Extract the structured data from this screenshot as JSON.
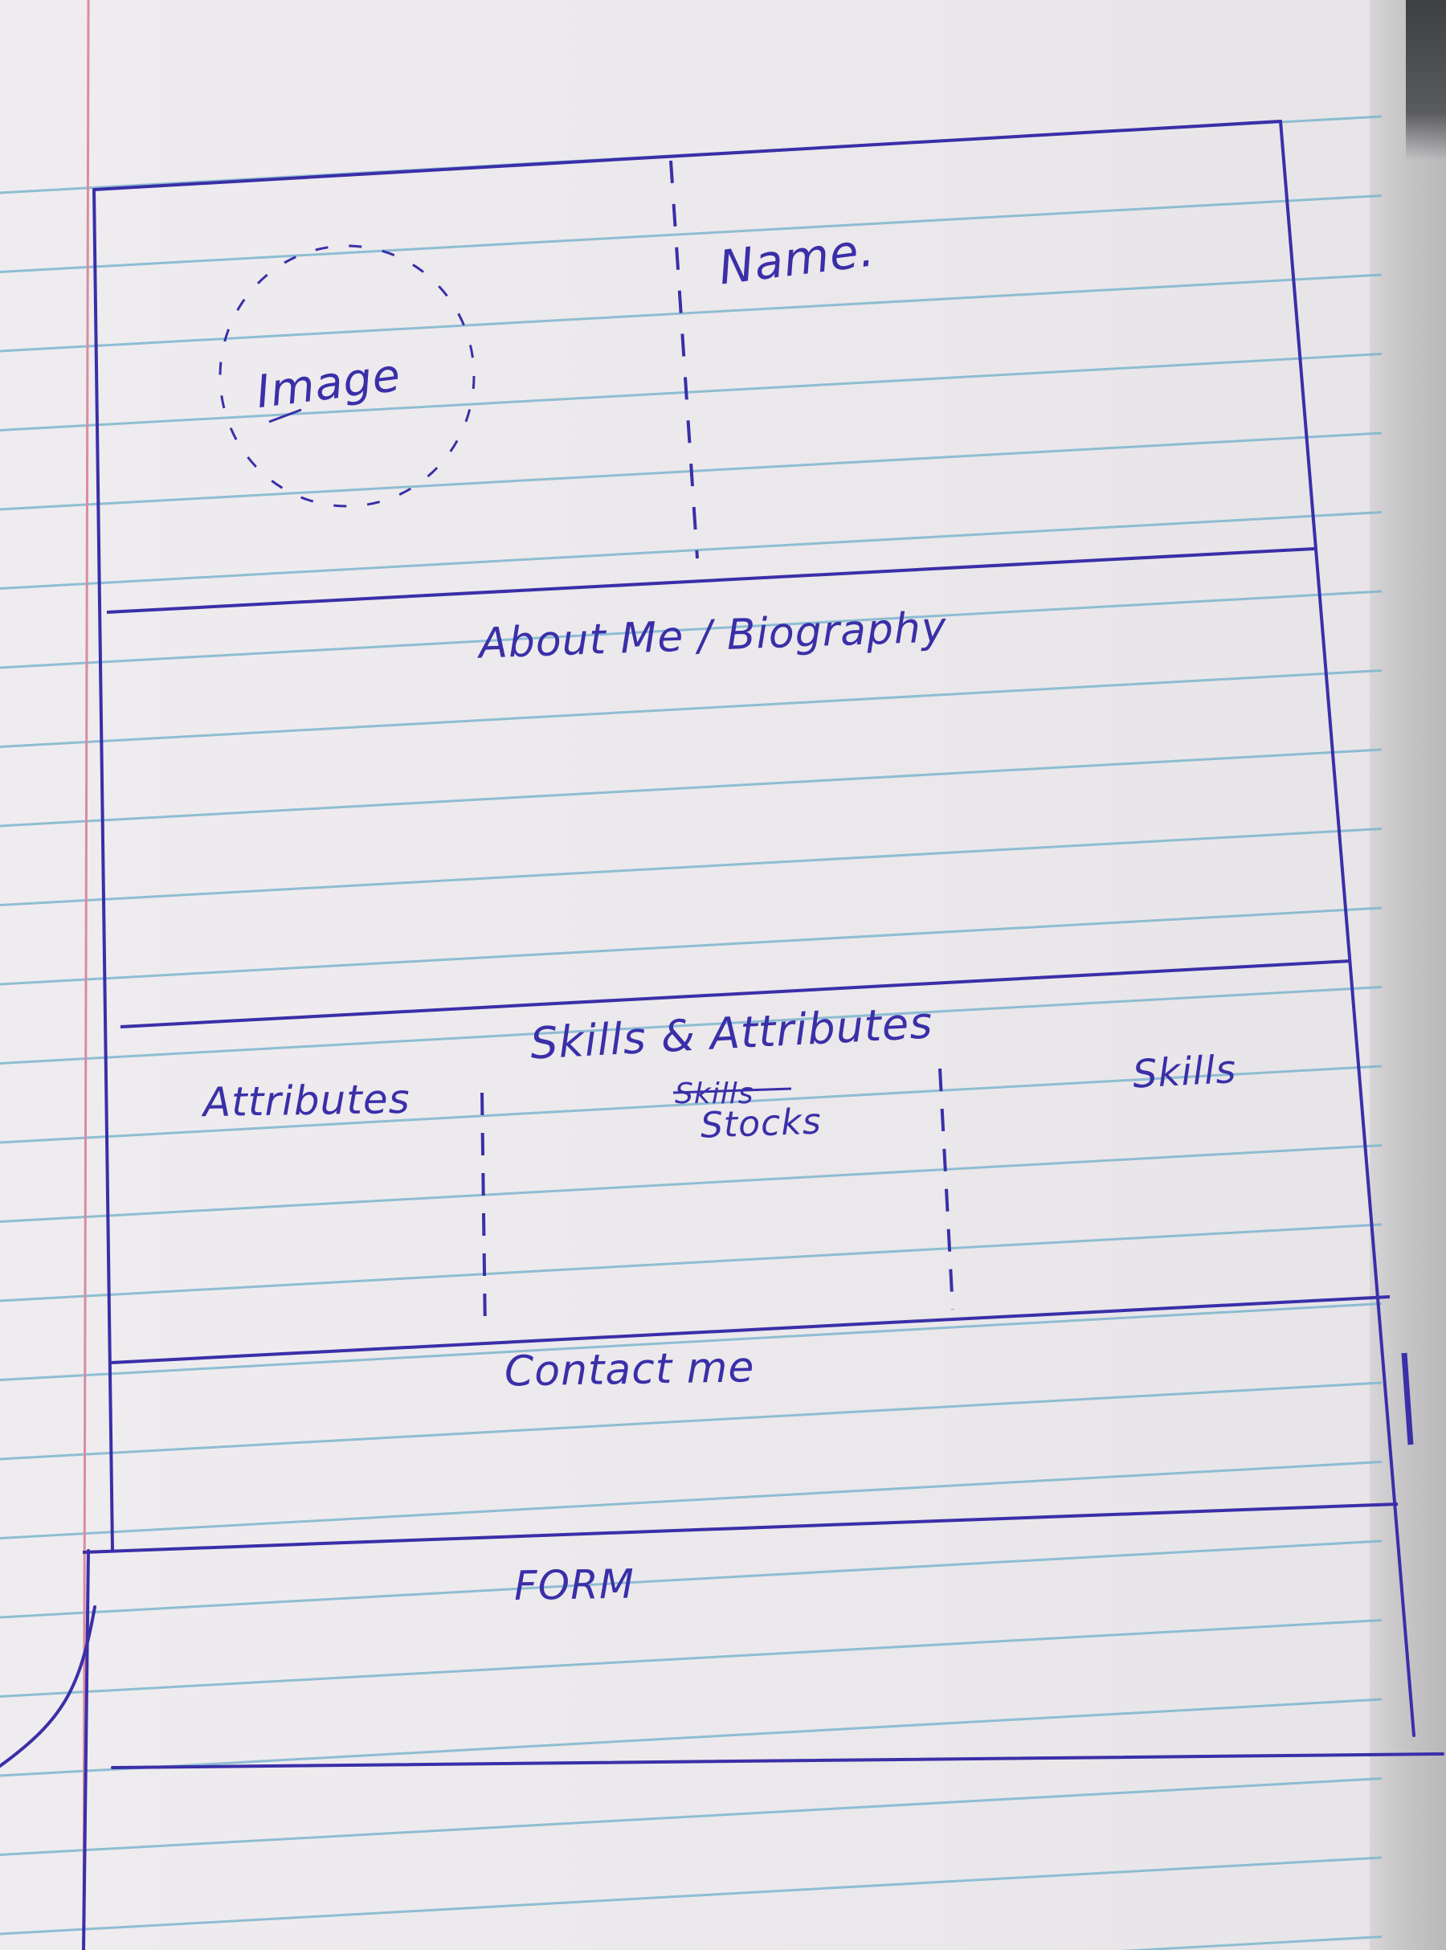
{
  "sketch": {
    "image_placeholder": "Image",
    "name_label": "Name.",
    "about_heading": "About Me / Biography",
    "skills_heading": "Skills & Attributes",
    "columns": {
      "attributes": "Attributes",
      "stocks_crossed": "Skills",
      "stocks": "Stocks",
      "skills": "Skills"
    },
    "contact_heading": "Contact me",
    "form_label": "FORM"
  },
  "colors": {
    "ink": "#3a2fa8",
    "ruled_line": "#7eb6cf",
    "margin_line": "#d98ca0",
    "paper": "#ece9ec"
  }
}
